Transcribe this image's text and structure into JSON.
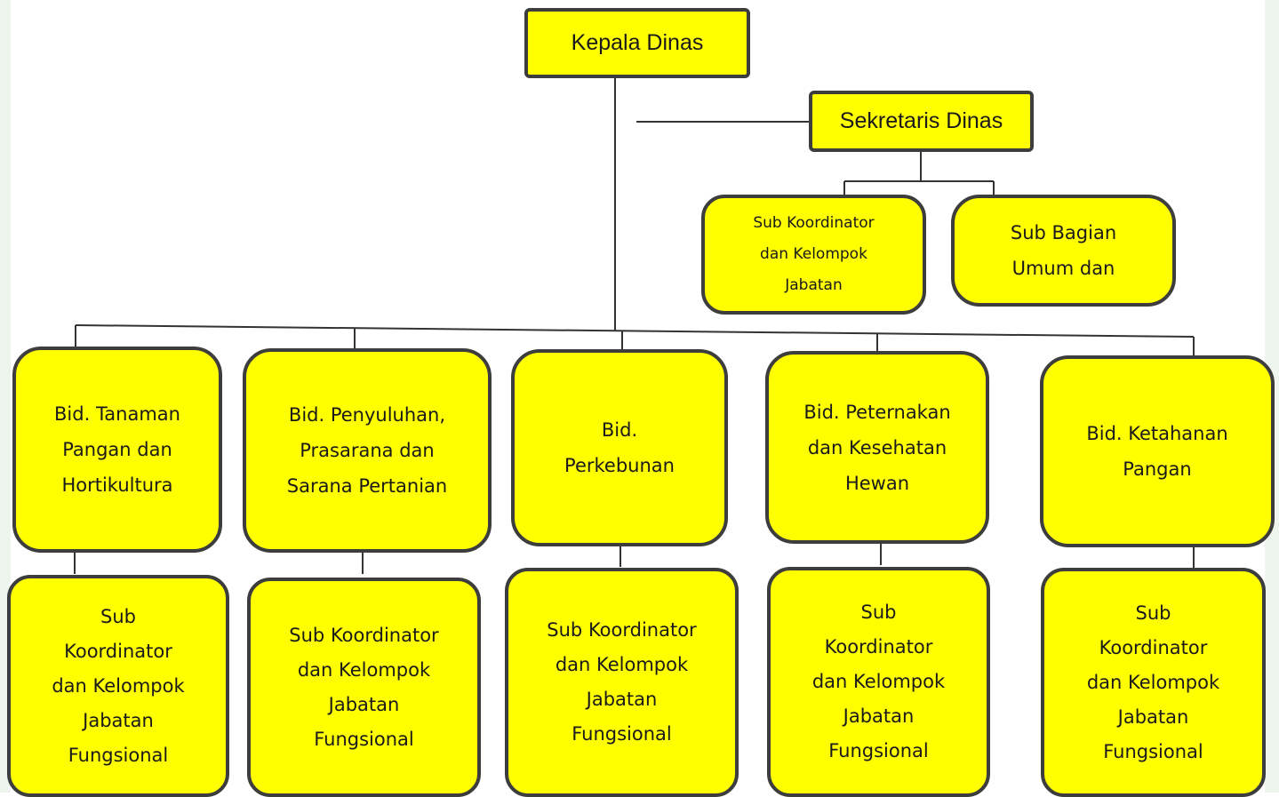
{
  "diagram": {
    "head": "Kepala Dinas",
    "secretary": "Sekretaris Dinas",
    "secretary_units": [
      "Sub Koordinator\ndan Kelompok\nJabatan",
      "Sub Bagian\nUmum dan"
    ],
    "divisions": [
      "Bid. Tanaman\nPangan dan\nHortikultura",
      "Bid. Penyuluhan,\nPrasarana dan\nSarana Pertanian",
      "Bid.\nPerkebunan",
      "Bid. Peternakan\ndan Kesehatan\nHewan",
      "Bid. Ketahanan\nPangan"
    ],
    "division_subunits": [
      "Sub\nKoordinator\ndan Kelompok\nJabatan\nFungsional",
      "Sub Koordinator\ndan Kelompok\nJabatan\nFungsional",
      "Sub Koordinator\ndan Kelompok\nJabatan\nFungsional",
      "Sub\nKoordinator\ndan Kelompok\nJabatan\nFungsional",
      "Sub\nKoordinator\ndan Kelompok\nJabatan\nFungsional"
    ]
  },
  "colors": {
    "box_fill": "#ffff00",
    "box_border": "#3d3d3d",
    "line": "#333333"
  }
}
